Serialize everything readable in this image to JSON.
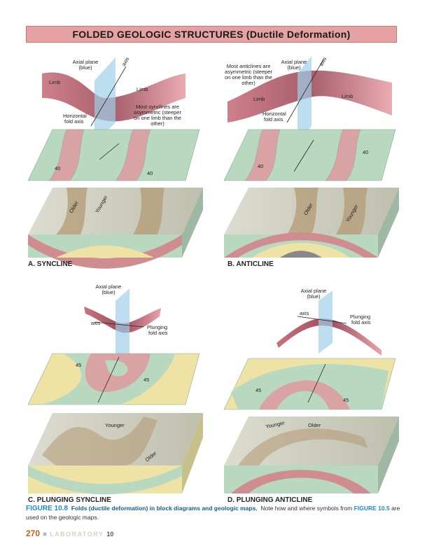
{
  "banner": {
    "title": "FOLDED GEOLOGIC STRUCTURES (Ductile Deformation)"
  },
  "panels": {
    "a": {
      "label": "A. SYNCLINE",
      "axial_plane": "Axial plane",
      "axial_plane_sub": "(blue)",
      "axis": "axis",
      "limb_left": "Limb",
      "limb_right": "Limb",
      "fold_axis_1": "Horizontal",
      "fold_axis_2": "fold axis",
      "note": [
        "Most synclines are",
        "asymmetric (steeper",
        "on one limb than the",
        "other)"
      ],
      "dip_left": "40",
      "dip_right": "40",
      "older": "Older",
      "younger": "Younger"
    },
    "b": {
      "label": "B. ANTICLINE",
      "axial_plane": "Axial plane",
      "axial_plane_sub": "(blue)",
      "axis": "axis",
      "limb_left": "Limb",
      "limb_right": "Limb",
      "fold_axis_1": "Horizontal",
      "fold_axis_2": "fold axis",
      "note": [
        "Most anticlines are",
        "asymmetric (steeper",
        "on one limb than the",
        "other)"
      ],
      "dip_left": "40",
      "dip_right": "40",
      "older": "Older",
      "younger": "Younger"
    },
    "c": {
      "label": "C. PLUNGING SYNCLINE",
      "axial_plane": "Axial plane",
      "axial_plane_sub": "(blue)",
      "axis": "axis",
      "plunge_1": "Plunging",
      "plunge_2": "fold axis",
      "dip_left": "45",
      "dip_right": "45",
      "older": "Older",
      "younger": "Younger"
    },
    "d": {
      "label": "D. PLUNGING ANTICLINE",
      "axial_plane": "Axial plane",
      "axial_plane_sub": "(blue)",
      "axis": "axis",
      "plunge_1": "Plunging",
      "plunge_2": "fold axis",
      "dip_left": "45",
      "dip_right": "45",
      "older": "Older",
      "younger": "Younger"
    }
  },
  "caption": {
    "number": "FIGURE 10.8",
    "title": "Folds (ductile deformation) in block diagrams and geologic maps.",
    "text_before": "Note how and where symbols from",
    "ref": "FIGURE 10.5",
    "text_after": "are used on the geologic maps."
  },
  "footer": {
    "page": "270",
    "section": "LABORATORY",
    "chapter": "10"
  },
  "colors": {
    "pink": "#d98f96",
    "green": "#b9d8c0",
    "yellow": "#eee3a4",
    "blue": "#9fd0ea",
    "caption_blue": "#1b8ac7"
  }
}
